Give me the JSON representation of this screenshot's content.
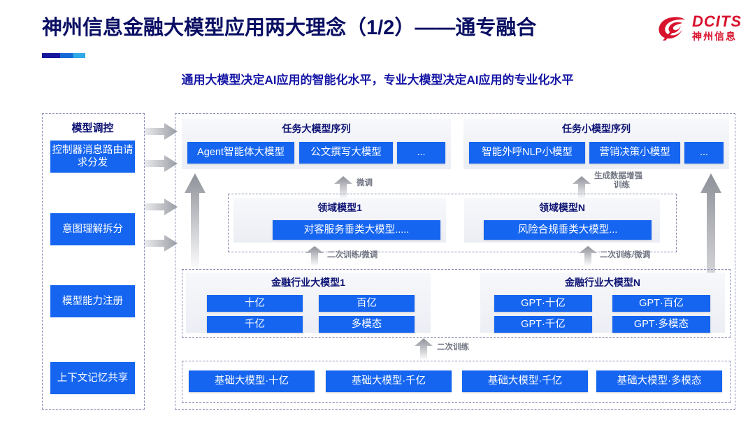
{
  "header": {
    "title": "神州信息金融大模型应用两大理念（1/2）——通专融合",
    "subtitle": "通用大模型决定AI应用的智能化水平，专业大模型决定AI应用的专业化水平",
    "logo_en": "DCITS",
    "logo_cn": "神州信息",
    "accent_navy": "#0a0f63",
    "accent_blue": "#1565f0",
    "logo_red": "#d8112c"
  },
  "sidebar": {
    "title": "模型调控",
    "items": [
      {
        "label": "控制器消息路由请求分发"
      },
      {
        "label": "意图理解拆分"
      },
      {
        "label": "模型能力注册"
      },
      {
        "label": "上下文记忆共享"
      }
    ]
  },
  "task_large": {
    "title": "任务大模型序列",
    "items": [
      "Agent智能体大模型",
      "公文撰写大模型",
      "..."
    ]
  },
  "task_small": {
    "title": "任务小模型序列",
    "items": [
      "智能外呼NLP小模型",
      "营销决策小模型",
      "..."
    ]
  },
  "domain_models": [
    {
      "title": "领域模型1",
      "item": "对客服务垂类大模型....."
    },
    {
      "title": "领域模型N",
      "item": "风险合规垂类大模型..."
    }
  ],
  "industry_models": [
    {
      "title": "金融行业大模型1",
      "items": [
        "十亿",
        "百亿",
        "千亿",
        "多模态"
      ]
    },
    {
      "title": "金融行业大模型N",
      "items": [
        "GPT·十亿",
        "GPT·百亿",
        "GPT·千亿",
        "GPT·多模态"
      ]
    }
  ],
  "foundation": {
    "items": [
      "基础大模型·十亿",
      "基础大模型·千亿",
      "基础大模型·千亿",
      "基础大模型·多模态"
    ]
  },
  "arrow_labels": {
    "fine_tune": "微调",
    "data_augment_line1": "生成数据增强",
    "data_augment_line2": "训练",
    "retrain_tune_left": "二次训练/微调",
    "retrain_tune_right": "二次训练/微调",
    "retrain": "二次训练"
  }
}
